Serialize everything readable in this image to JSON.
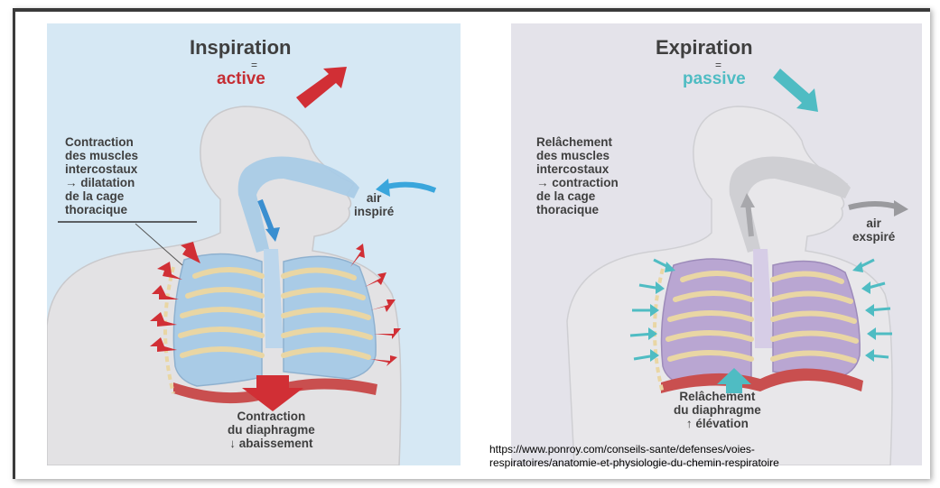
{
  "inspiration": {
    "title": "Inspiration",
    "equals": "=",
    "subtitle": "active",
    "label_muscles": "Contraction\ndes muscles\nintercostaux\n→ dilatation\nde la cage\nthoracique",
    "label_air": "air\ninspiré",
    "label_diaphragm": "Contraction\ndu diaphragme\n↓ abaissement"
  },
  "expiration": {
    "title": "Expiration",
    "equals": "=",
    "subtitle": "passive",
    "label_muscles": "Relâchement\ndes muscles\nintercostaux\n→ contraction\nde la cage\nthoracique",
    "label_air": "air\nexspiré",
    "label_diaphragm": "Relâchement\ndu diaphragme\n↑ élévation"
  },
  "source_url": "https://www.ponroy.com/conseils-sante/defenses/voies-\nrespiratoires/anatomie-et-physiologie-du-chemin-respiratoire",
  "colors": {
    "inspiration_bg": "#d6e8f4",
    "expiration_bg": "#e4e3ea",
    "active_red": "#c52d33",
    "passive_teal": "#4fbcc3",
    "lung_blue": "#a9cbe6",
    "lung_purple": "#b9a6d2",
    "rib_beige": "#e9d6a4"
  }
}
